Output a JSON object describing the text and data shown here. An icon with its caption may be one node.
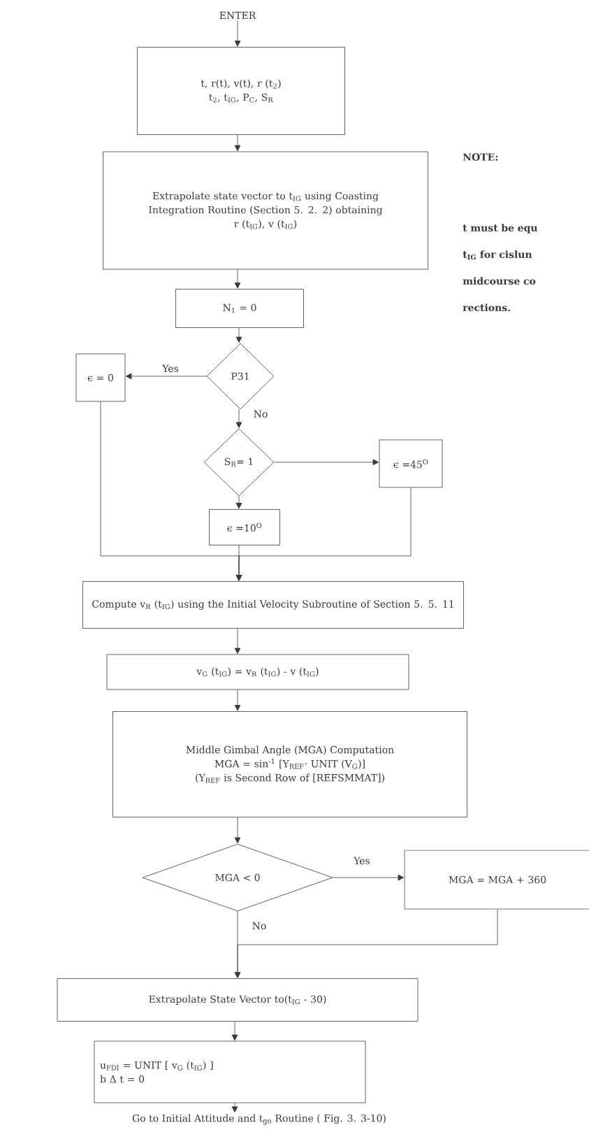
{
  "diagram": {
    "nodes": [
      {
        "text": [
          "ENTER"
        ]
      },
      {
        "text": [
          "t, r(t), v(t), r (t$_{2}$)",
          "t$_{2}$, t$_{IG}$, P$_{C}$, S$_{R}$"
        ]
      },
      {
        "text": [
          "Extrapolate state vector to t$_{IG}$ using Coasting Integration Routine (Section 5. 2. 2) obtaining",
          "r (t$_{IG}$), v (t$_{IG}$)"
        ]
      },
      {
        "text": [
          "N$_{1}$ = 0"
        ]
      },
      {
        "text": [
          "P31"
        ]
      },
      {
        "text": [
          "ϵ = 0"
        ]
      },
      {
        "text": [
          "S$_{R}$= 1"
        ]
      },
      {
        "text": [
          "ϵ =45$^{O}$"
        ]
      },
      {
        "text": [
          "ϵ =10$^{O}$"
        ]
      },
      {
        "text": [
          "Compute v$_{R}$ (t$_{IG}$) using the Initial Velocity Subroutine of Section 5. 5. 11"
        ]
      },
      {
        "text": [
          "v$_{G}$ (t$_{IG}$) = v$_{R}$ (t$_{IG}$) - v (t$_{IG}$)"
        ]
      },
      {
        "text": [
          "Middle Gimbal Angle (MGA) Computation",
          "MGA = sin$^{-1}$ [Y$_{REF}$· UNIT (V$_{G}$)]",
          "(Y$_{REF}$ is Second Row of [REFSMMAT])"
        ]
      },
      {
        "text": [
          "MGA < 0"
        ]
      },
      {
        "text": [
          "MGA = MGA + 360"
        ]
      },
      {
        "text": [
          "Extrapolate State Vector to(t$_{IG}$ - 30)"
        ]
      },
      {
        "text": [
          "u$_{FDI}$ = UNIT [ v$_{G}$ (t$_{IG}$) ]",
          "b Δ t = 0"
        ]
      },
      {
        "text": [
          "Go to Initial Attitude and t$_{go}$ Routine ( Fig. 3. 3-10)"
        ]
      }
    ],
    "edges": [
      {
        "from": 0,
        "to": 1,
        "arrow": "to"
      },
      {
        "from": 1,
        "to": 2,
        "arrow": "to"
      },
      {
        "from": 2,
        "to": 3,
        "arrow": "to"
      },
      {
        "from": 3,
        "to": 4,
        "arrow": "to"
      },
      {
        "from": 4,
        "to": 5,
        "arrow": "to",
        "label": "Yes"
      },
      {
        "from": 4,
        "to": 6,
        "arrow": "to",
        "label": "No"
      },
      {
        "from": 6,
        "to": 7,
        "arrow": "to"
      },
      {
        "from": 6,
        "to": 8,
        "arrow": "to"
      },
      {
        "from": 5,
        "to": 9,
        "arrow": "to"
      },
      {
        "from": 8,
        "to": 9,
        "arrow": "to"
      },
      {
        "from": 7,
        "to": 9,
        "arrow": "to"
      },
      {
        "from": 9,
        "to": 10,
        "arrow": "to"
      },
      {
        "from": 10,
        "to": 11,
        "arrow": "to"
      },
      {
        "from": 11,
        "to": 12,
        "arrow": "to"
      },
      {
        "from": 12,
        "to": 13,
        "arrow": "to",
        "label": "Yes"
      },
      {
        "from": 12,
        "to": 14,
        "arrow": "to",
        "label": "No"
      },
      {
        "from": 13,
        "to": 14,
        "arrow": "to"
      },
      {
        "from": 14,
        "to": 15,
        "arrow": "to"
      },
      {
        "from": 15,
        "to": 16,
        "arrow": "to"
      }
    ],
    "labels": [
      "NOTE:",
      "t must be equ t$_{IG}$ for cislun midcourse co rections."
    ]
  }
}
